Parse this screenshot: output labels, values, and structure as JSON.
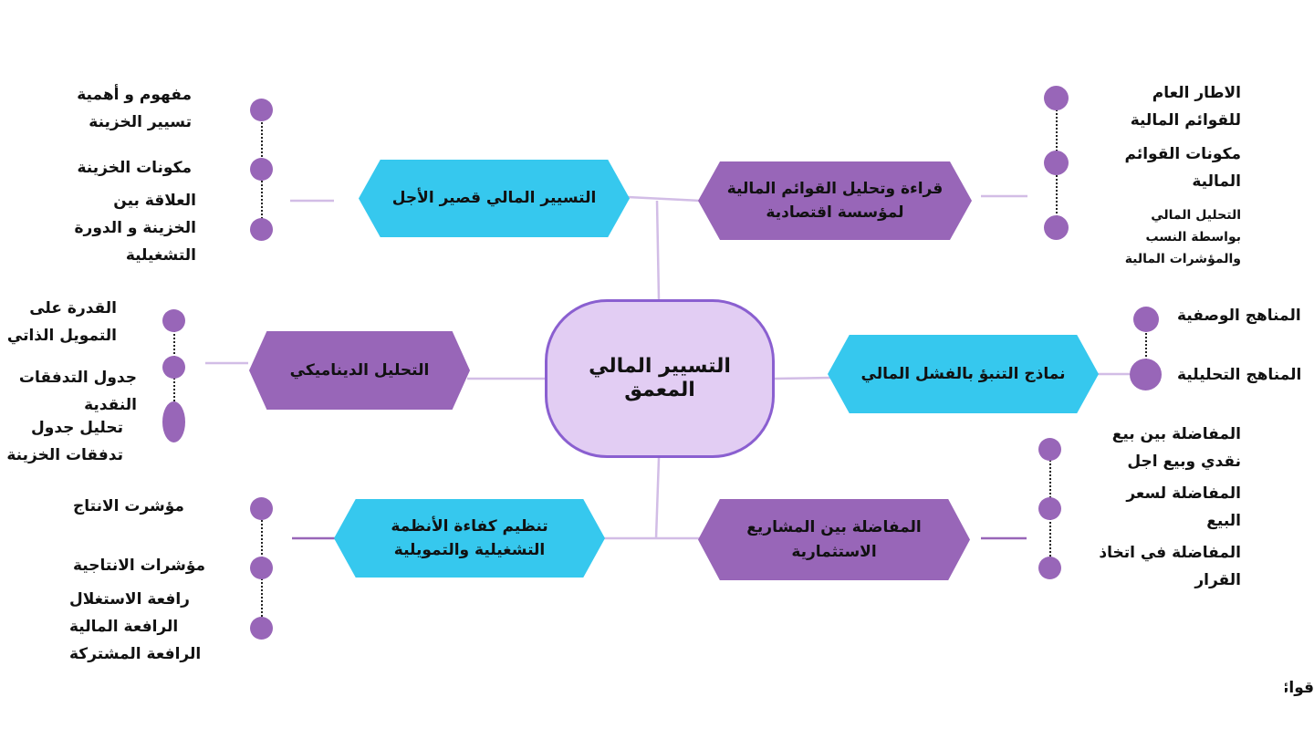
{
  "center": "التسيير المالي المعمق",
  "nodes": {
    "short_term": "التسيير المالي قصير الأجل",
    "statements": "قراءة وتحليل القوائم المالية لمؤسسة اقتصادية",
    "dynamic": "التحليل الديناميكي",
    "failure": "نماذج التنبؤ بالفشل المالي",
    "efficiency": "تنظيم كفاءة الأنظمة التشغيلية والتمويلية",
    "projects": "المفاضلة بين المشاريع الاستثمارية"
  },
  "labels": {
    "s1": "مفهوم و أهمية تسيير الخزينة",
    "s2": "مكونات الخزينة",
    "s3": "العلاقة بين الخزينة و الدورة التشغيلية",
    "t1": "الاطار العام للقوائم المالية",
    "t2": "مكونات القوائم المالية",
    "t3": "التحليل المالي بواسطة النسب والمؤشرات المالية",
    "d1": "القدرة على التمويل الذاتي",
    "d2": "جدول التدفقات النقدية",
    "d3": "تحليل جدول تدفقات الخزينة",
    "f1": "المناهج الوصفية",
    "f2": "المناهج التحليلية",
    "e1": "مؤشرت الانتاج",
    "e2": "مؤشرات الانتاجية",
    "e3": "رافعة الاستغلال",
    "e4": "الرافعة المالية",
    "e5": "الرافعة المشتركة",
    "p1": "المفاضلة بين بيع نقدي وبيع اجل",
    "p2": "المفاضلة لسعر البيع",
    "p3": "المفاضلة في اتخاذ القرار",
    "stray": "قوائم"
  },
  "colors": {
    "blue": "#36c8ee",
    "purple": "#9866b8",
    "center_fill": "#e2cdf3",
    "center_border": "#8a5fd0",
    "line": "#d2bde6"
  }
}
